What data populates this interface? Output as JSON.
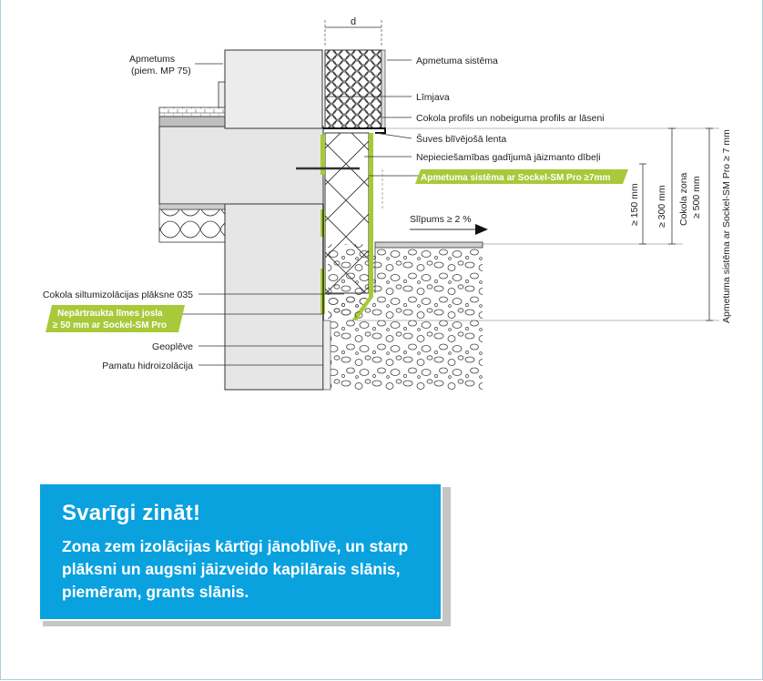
{
  "diagram": {
    "dimension_d": "d",
    "labels_left": {
      "apmetums": "Apmetums",
      "apmetums_note": "(piem. MP 75)",
      "cokola_plaksne": "Cokola siltumizolācijas plāksne 035",
      "geoplēve": "Geoplēve",
      "pamatu_hidroizolacija": "Pamatu hidroizolācija"
    },
    "green_label_left": {
      "line1": "Nepārtraukta līmes josla",
      "line2": "≥ 50 mm ar Sockel-SM Pro"
    },
    "labels_right": {
      "apmetuma_sistema": "Apmetuma sistēma",
      "limjava": "Līmjava",
      "cokola_profils": "Cokola profils un nobeiguma profils ar lāseni",
      "suves_lenta": "Šuves blīvējošā lenta",
      "dibeli": "Nepieciešamības gadījumā jāizmanto dībeļi"
    },
    "green_label_right": "Apmetuma sistēma ar Sockel-SM Pro ≥7mm",
    "slipums": "Slīpums ≥ 2 %",
    "dimensions": {
      "d150": "≥ 150 mm",
      "d300": "≥ 300 mm",
      "cokola_zona": "Cokola zona",
      "d500": "≥ 500 mm",
      "sistema_7mm": "Apmetuma sistēma ar Sockel-SM Pro ≥ 7 mm"
    },
    "colors": {
      "accent_green": "#a8c93a",
      "wall_gray": "#e6e6e6",
      "line": "#222222"
    }
  },
  "info_box": {
    "title": "Svarīgi zināt!",
    "text": "Zona zem izolācijas kārtīgi jānoblīvē, un starp plāksni un augsni jāizveido kapilārais slānis, piemēram, grants slānis.",
    "background": "#0aa1df"
  }
}
